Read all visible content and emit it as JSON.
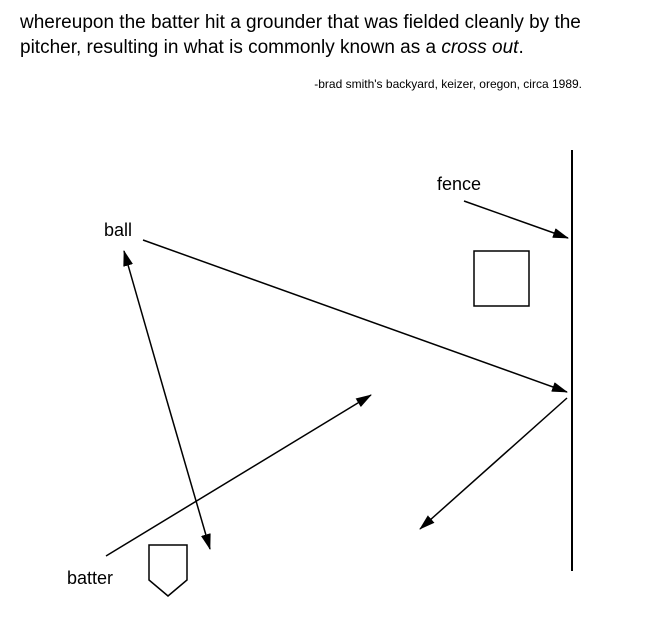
{
  "caption": {
    "text_before": "whereupon the batter hit a grounder that was fielded cleanly by the pitcher, resulting in what is commonly known as a ",
    "emphasis": "cross out",
    "text_after": "."
  },
  "attribution": "-brad smith's backyard, keizer, oregon, circa 1989.",
  "labels": {
    "fence": "fence",
    "ball": "ball",
    "batter": "batter"
  },
  "colors": {
    "ink": "#000000",
    "background": "#ffffff"
  }
}
